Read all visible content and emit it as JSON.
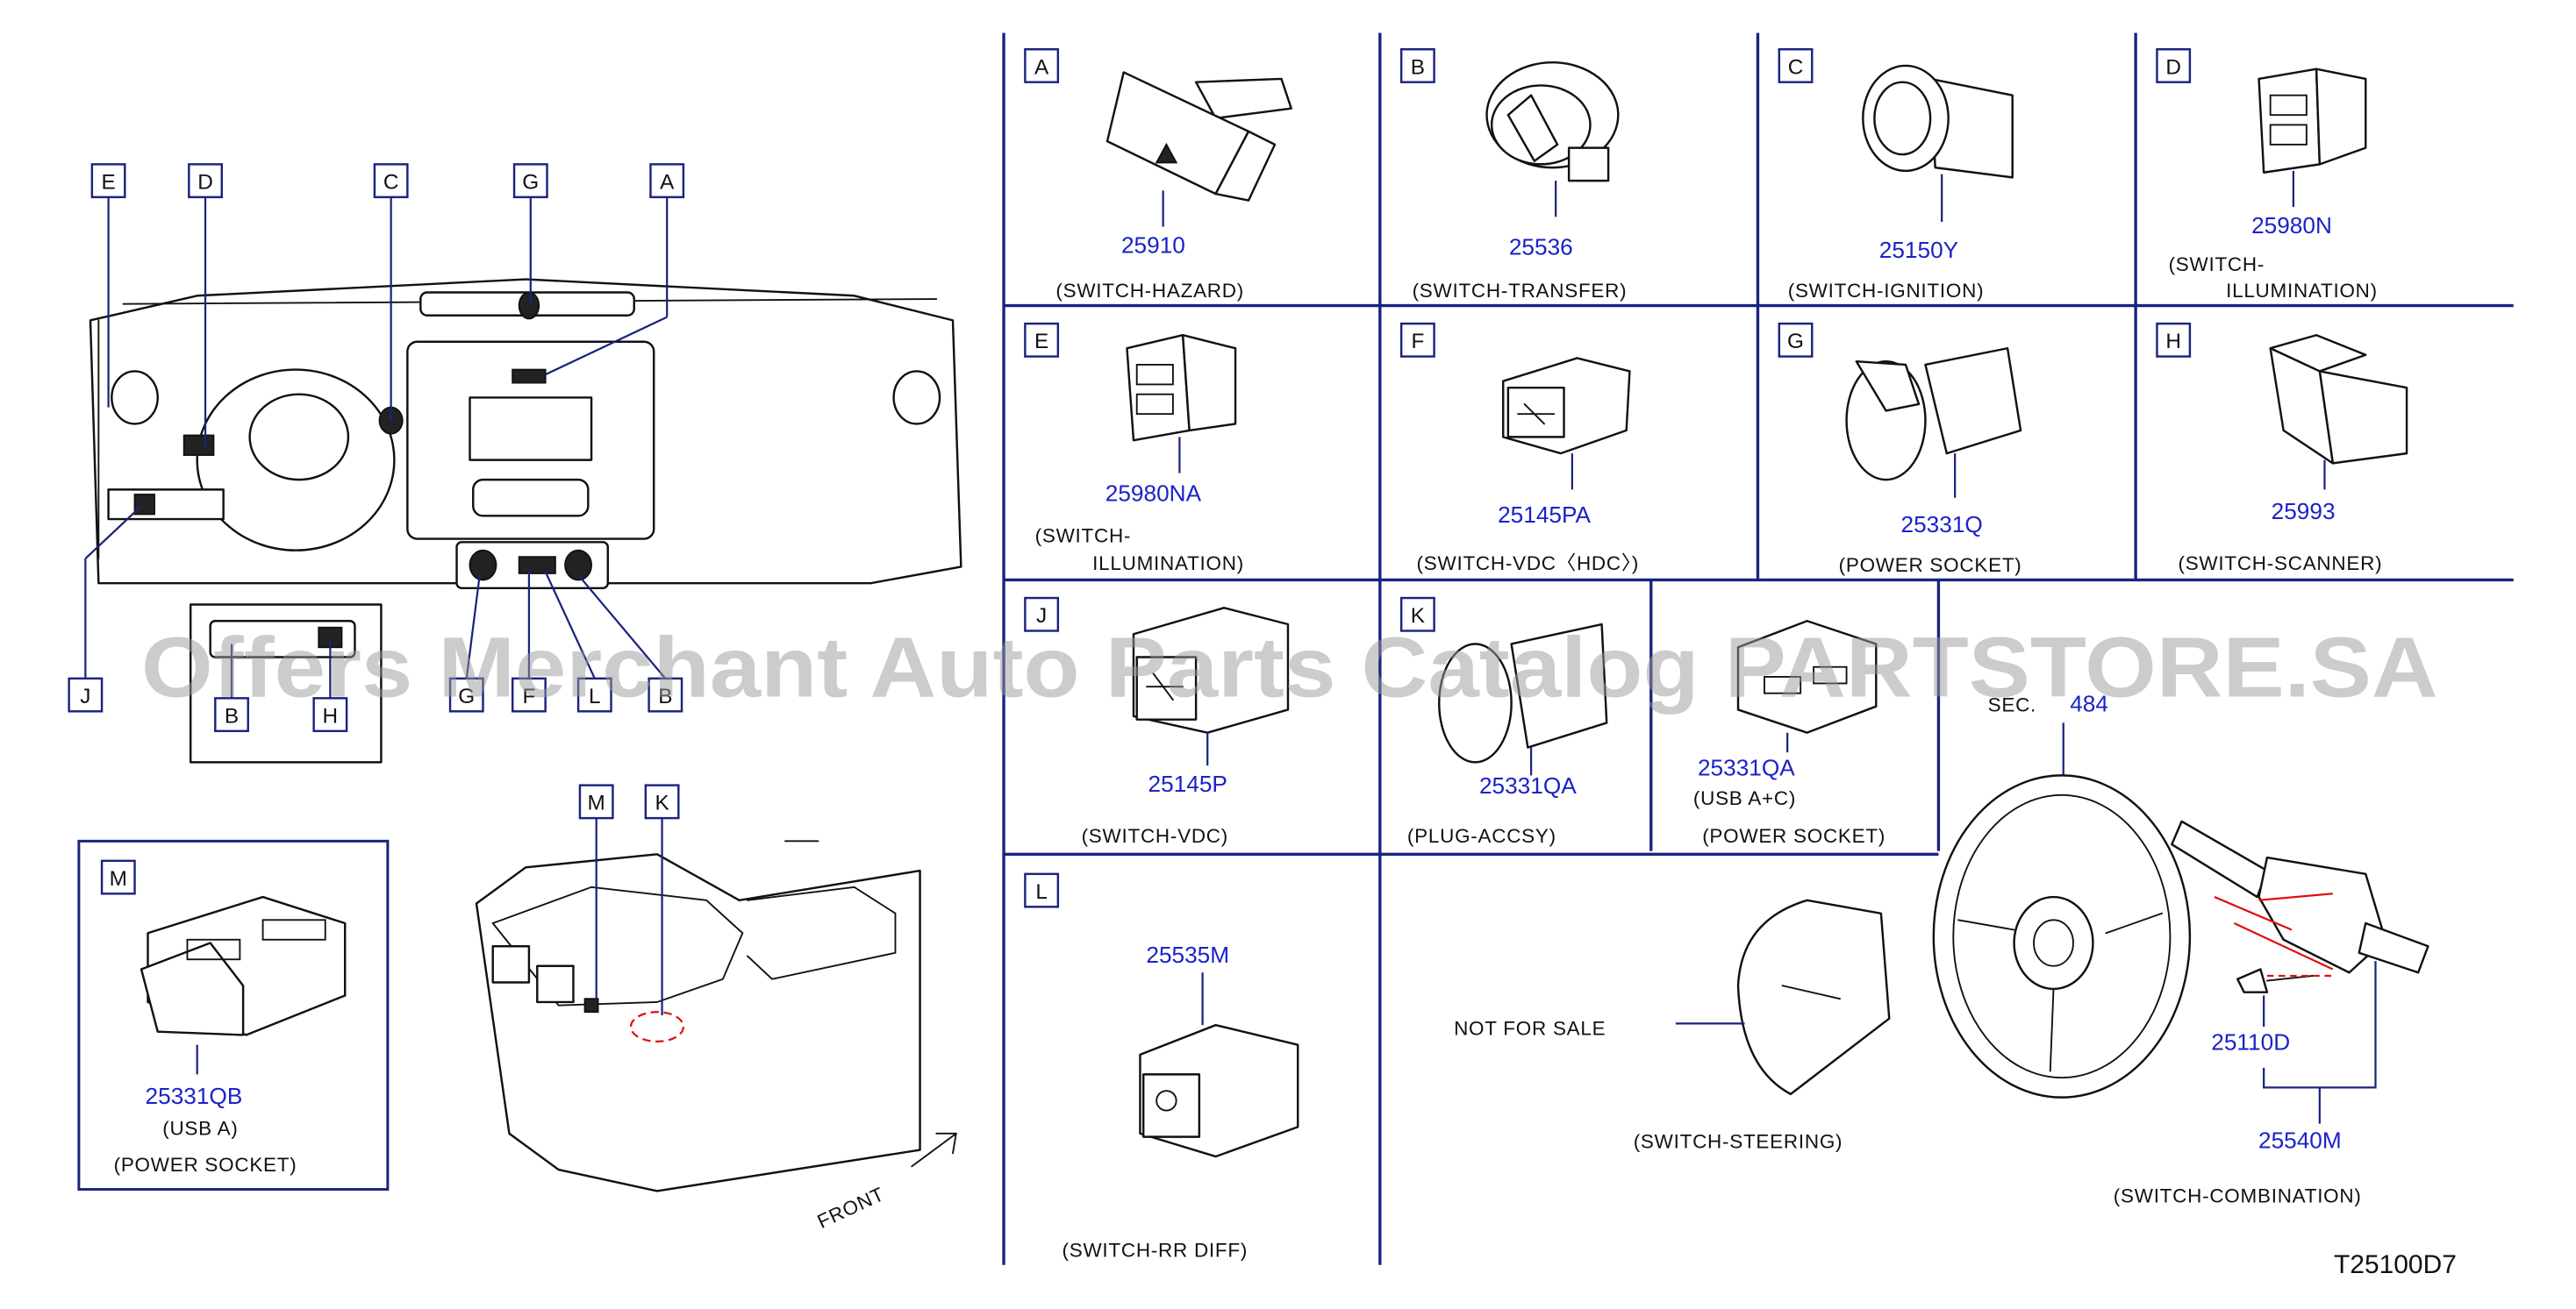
{
  "watermark": "Offers Merchant Auto Parts Catalog PARTSTORE.SA",
  "diagram_code": "T25100D7",
  "not_for_sale": "NOT   FOR   SALE",
  "front_label": "FRONT",
  "section": {
    "prefix": "SEC.",
    "number": "484"
  },
  "overview": {
    "callouts": [
      "E",
      "D",
      "C",
      "G",
      "A",
      "J",
      "B",
      "H",
      "G",
      "F",
      "L",
      "B",
      "M",
      "K"
    ]
  },
  "panels": {
    "A": {
      "letter": "A",
      "part": "25910",
      "caption": "(SWITCH-HAZARD)"
    },
    "B": {
      "letter": "B",
      "part": "25536",
      "caption": "(SWITCH-TRANSFER)"
    },
    "C": {
      "letter": "C",
      "part": "25150Y",
      "caption": "(SWITCH-IGNITION)"
    },
    "D": {
      "letter": "D",
      "part": "25980N",
      "caption_1": "(SWITCH-",
      "caption_2": "ILLUMINATION)"
    },
    "E": {
      "letter": "E",
      "part": "25980NA",
      "caption_1": "(SWITCH-",
      "caption_2": "ILLUMINATION)"
    },
    "F": {
      "letter": "F",
      "part": "25145PA",
      "caption": "(SWITCH-VDC〈HDC〉)"
    },
    "G": {
      "letter": "G",
      "part": "25331Q",
      "caption": "(POWER   SOCKET)"
    },
    "H": {
      "letter": "H",
      "part": "25993",
      "caption": "(SWITCH-SCANNER)"
    },
    "J": {
      "letter": "J",
      "part": "25145P",
      "caption": "(SWITCH-VDC)"
    },
    "K": {
      "letter": "K",
      "part": "25331QA",
      "caption": "(PLUG-ACCSY)"
    },
    "K2": {
      "part": "25331QA",
      "note": "(USB   A+C)",
      "caption": "(POWER   SOCKET)"
    },
    "L": {
      "letter": "L",
      "part": "25535M",
      "caption": "(SWITCH-RR   DIFF)"
    },
    "M": {
      "letter": "M",
      "part": "25331QB",
      "note": "(USB   A)",
      "caption": "(POWER   SOCKET)"
    }
  },
  "steering": {
    "switch_steering": "(SWITCH-STEERING)",
    "screw_part": "25110D",
    "combo_part": "25540M",
    "combo_caption": "(SWITCH-COMBINATION)"
  }
}
